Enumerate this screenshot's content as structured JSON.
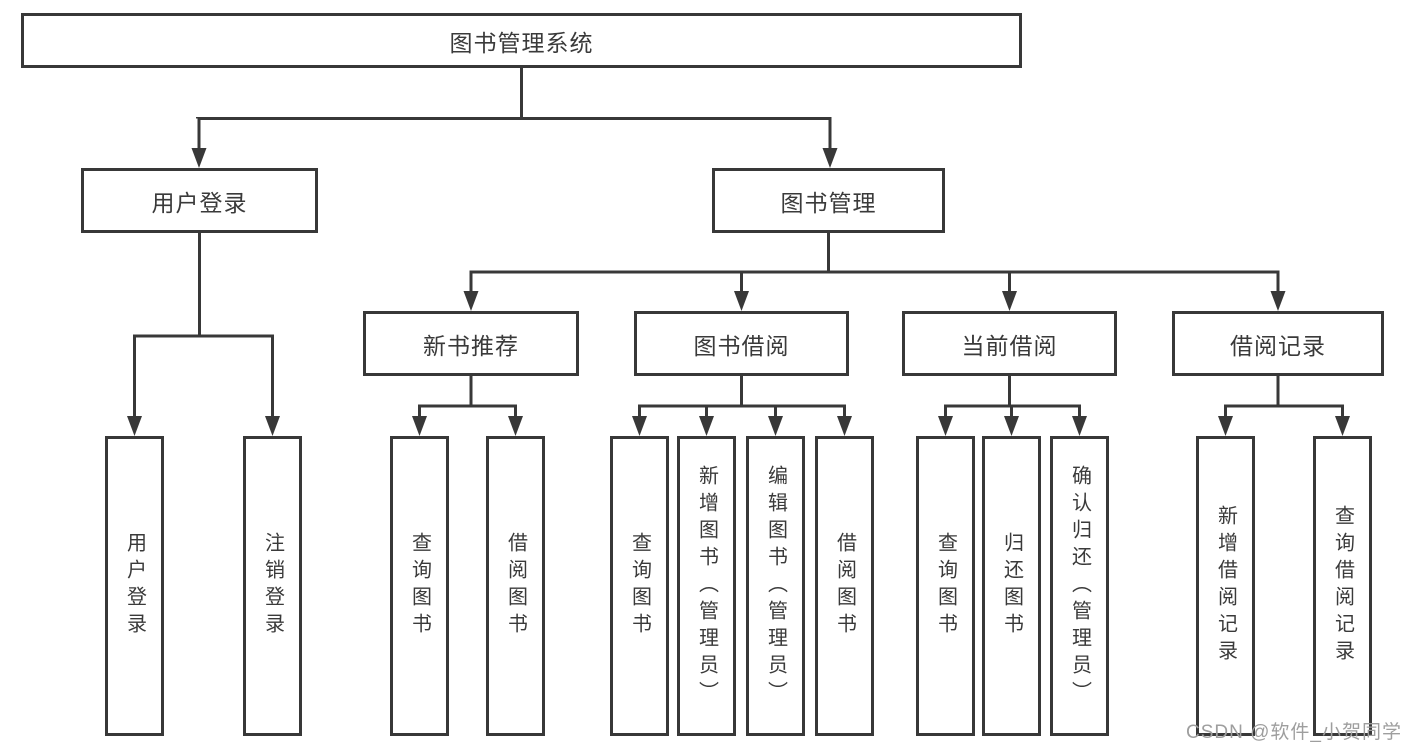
{
  "diagram": {
    "title": "图书管理系统",
    "branches": [
      {
        "label": "用户登录",
        "children": [
          "用户登录",
          "注销登录"
        ]
      },
      {
        "label": "图书管理",
        "groups": [
          {
            "label": "新书推荐",
            "children": [
              "查询图书",
              "借阅图书"
            ]
          },
          {
            "label": "图书借阅",
            "children": [
              "查询图书",
              "新增图书（管理员）",
              "编辑图书（管理员）",
              "借阅图书"
            ]
          },
          {
            "label": "当前借阅",
            "children": [
              "查询图书",
              "归还图书",
              "确认归还（管理员）"
            ]
          },
          {
            "label": "借阅记录",
            "children": [
              "新增借阅记录",
              "查询借阅记录"
            ]
          }
        ]
      }
    ]
  },
  "watermark": {
    "text": "CSDN @软件_小贺同学",
    "color": "#9e9e9e"
  },
  "colors": {
    "background": "#ffffff",
    "box_border": "#383838",
    "connector_line": "#383838",
    "text": "#3a3a3a"
  }
}
